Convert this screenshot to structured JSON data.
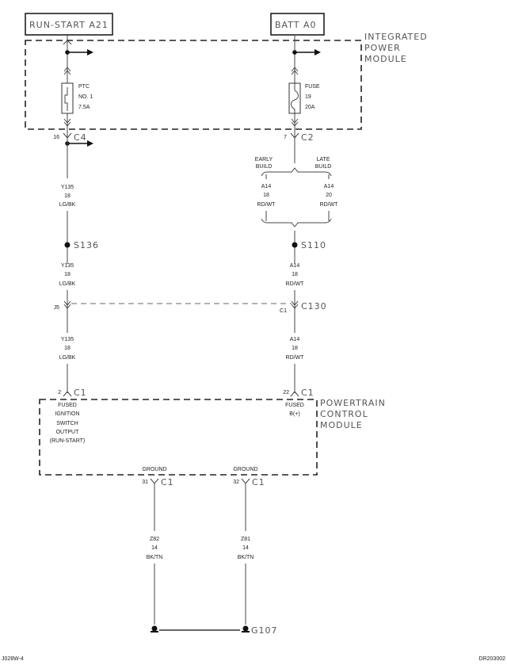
{
  "sources": {
    "run_start": "RUN-START A21",
    "batt": "BATT A0"
  },
  "ipm": {
    "label": [
      "INTEGRATED",
      "POWER",
      "MODULE"
    ],
    "ptc": [
      "PTC",
      "NO. 1",
      "7.5A"
    ],
    "fuse": [
      "FUSE",
      "19",
      "20A"
    ],
    "left_conn": {
      "pin": "16",
      "name": "C4"
    },
    "right_conn": {
      "pin": "7",
      "name": "C2"
    }
  },
  "build": {
    "early": [
      "EARLY",
      "BUILD"
    ],
    "late": [
      "LATE",
      "BUILD"
    ],
    "early_wire": [
      "A14",
      "18",
      "RD/WT"
    ],
    "late_wire": [
      "A14",
      "20",
      "RD/WT"
    ]
  },
  "left_wire": [
    "Y135",
    "18",
    "LG/BK"
  ],
  "right_wire": [
    "A14",
    "18",
    "RD/WT"
  ],
  "splices": {
    "left": "S136",
    "right": "S110"
  },
  "inline": {
    "left_pin": "J5",
    "right_pin": "C1",
    "name": "C130"
  },
  "pcm": {
    "label": [
      "POWERTRAIN",
      "CONTROL",
      "MODULE"
    ],
    "left_conn": {
      "pin": "2",
      "name": "C1"
    },
    "right_conn": {
      "pin": "22",
      "name": "C1"
    },
    "left_func": [
      "FUSED",
      "IGNITION",
      "SWITCH",
      "OUTPUT",
      "(RUN-START)"
    ],
    "right_func": [
      "FUSED",
      "B(+)"
    ],
    "ground_label": "GROUND",
    "gnd1": {
      "pin": "31",
      "name": "C1"
    },
    "gnd2": {
      "pin": "32",
      "name": "C1"
    }
  },
  "ground_wires": {
    "left": [
      "Z82",
      "14",
      "BK/TN"
    ],
    "right": [
      "Z81",
      "14",
      "BK/TN"
    ]
  },
  "ground": "G107",
  "footer": {
    "left": "J028W-4",
    "right": "DR203002"
  }
}
